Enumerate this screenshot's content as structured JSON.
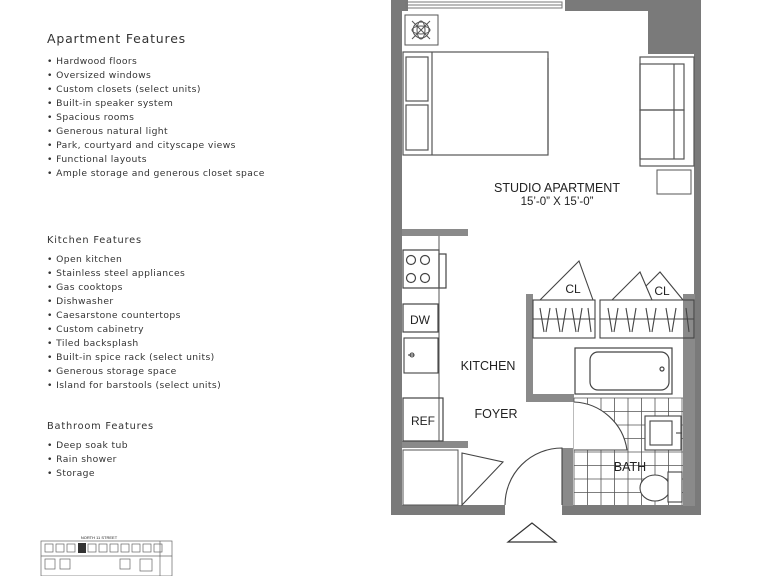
{
  "apartment_features": {
    "title": "Apartment Features",
    "items": [
      "• Hardwood floors",
      "• Oversized windows",
      "• Custom closets (select units)",
      "• Built-in speaker system",
      "• Spacious rooms",
      "• Generous natural light",
      "• Park, courtyard and cityscape views",
      "• Functional layouts",
      "• Ample storage and generous closet space"
    ]
  },
  "kitchen_features": {
    "title": "Kitchen Features",
    "items": [
      "• Open kitchen",
      "• Stainless steel appliances",
      "• Gas cooktops",
      "• Dishwasher",
      "• Caesarstone countertops",
      "• Custom cabinetry",
      "• Tiled backsplash",
      "• Built-in spice rack (select units)",
      "• Generous storage space",
      "• Island for barstools (select units)"
    ]
  },
  "bathroom_features": {
    "title": "Bathroom Features",
    "items": [
      "• Deep soak tub",
      "• Rain shower",
      "• Storage"
    ]
  },
  "floorplan": {
    "unit_name": "STUDIO APARTMENT",
    "unit_dimensions": "15’-0” X 15’-0”",
    "rooms": {
      "kitchen": "KITCHEN",
      "foyer": "FOYER",
      "bath": "BATH"
    },
    "fixtures": {
      "dishwasher": "DW",
      "refrigerator": "REF",
      "closet_left": "CL",
      "closet_right": "CL"
    },
    "key_plan": {
      "street_label": "NORTH 11 STREET"
    }
  }
}
